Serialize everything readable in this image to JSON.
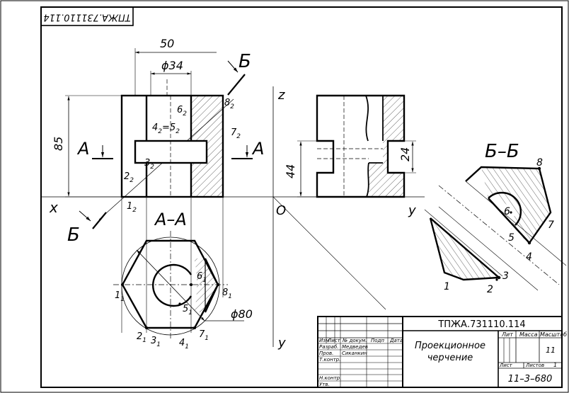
{
  "drawing": {
    "stamp_top_mirrored": "ТПЖА.731110.114",
    "dims": {
      "d50": "50",
      "d34": "ϕ34",
      "d85": "85",
      "d44": "44",
      "d24": "24",
      "d80": "ϕ80"
    },
    "section_mark": "Б",
    "cut_mark": "А",
    "section_aa": "А–А",
    "section_bb": "Б–Б",
    "axes": {
      "x": "x",
      "y_profile": "y",
      "y_plan": "y",
      "z": "z",
      "origin": "O"
    },
    "front_points": {
      "p1": [
        "1",
        "2"
      ],
      "p2": [
        "2",
        "2"
      ],
      "p3": [
        "3",
        "2"
      ],
      "p4": [
        "4",
        "2"
      ],
      "p4eq": "=5",
      "p4eq_sub": "2",
      "p6": [
        "6",
        "2"
      ],
      "p7": [
        "7",
        "2"
      ],
      "p8": [
        "8",
        "2"
      ]
    },
    "plan_points": {
      "p1": [
        "1",
        "1"
      ],
      "p2": [
        "2",
        "1"
      ],
      "p3": [
        "3",
        "1"
      ],
      "p4": [
        "4",
        "1"
      ],
      "p5": [
        "5",
        "1"
      ],
      "p6": [
        "6",
        "1"
      ],
      "p7": [
        "7",
        "1"
      ],
      "p8": [
        "8",
        "1"
      ]
    },
    "section_points": [
      "1",
      "2",
      "3",
      "4",
      "5",
      "6",
      "7",
      "8"
    ]
  },
  "title_block": {
    "code": "ТПЖА.731110.114",
    "col_headers": {
      "izm": "Изм",
      "list": "Лист",
      "ndoc": "№ докум.",
      "podp": "Подп",
      "data": "Дата"
    },
    "roles": [
      "Разраб.",
      "Пров.",
      "Т.контр.",
      "Н.контр.",
      "Утв."
    ],
    "names": [
      "Медведев",
      "Сиканкин"
    ],
    "title_line1": "Проекционное",
    "title_line2": "черчение",
    "lit": "Лит",
    "mass": "Масса",
    "scale": "Масштаб",
    "scale_value": "11",
    "sheet": "Лист",
    "sheets": "Листов",
    "sheets_value": "1",
    "group": "11–3–680"
  }
}
